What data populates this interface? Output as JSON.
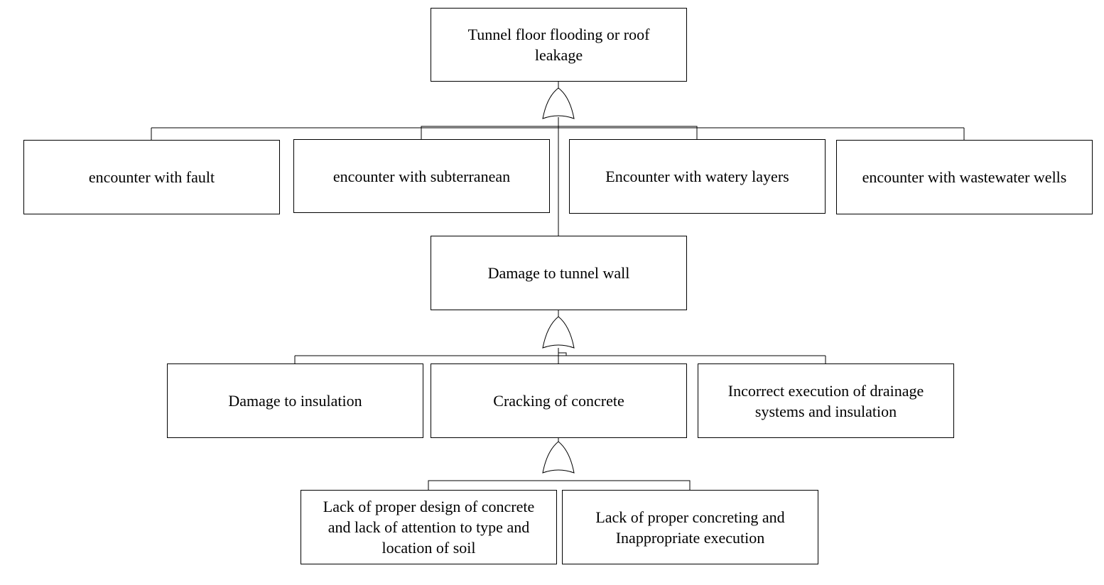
{
  "nodes": {
    "top": "Tunnel floor flooding or roof\nleakage",
    "fault": "encounter with fault",
    "subterranean": "encounter with subterranean",
    "watery": "Encounter with watery layers",
    "wastewater": "encounter with wastewater wells",
    "wall": "Damage to tunnel wall",
    "insulation": "Damage to insulation",
    "cracking": "Cracking of concrete",
    "drainage": "Incorrect execution of drainage\nsystems and insulation",
    "design": "Lack of proper design of concrete\nand lack of attention to  type and\nlocation of soil",
    "concreting": "Lack of proper concreting and\nInappropriate execution"
  },
  "gates": {
    "g1": "or-gate",
    "g2": "or-gate",
    "g3": "or-gate"
  }
}
